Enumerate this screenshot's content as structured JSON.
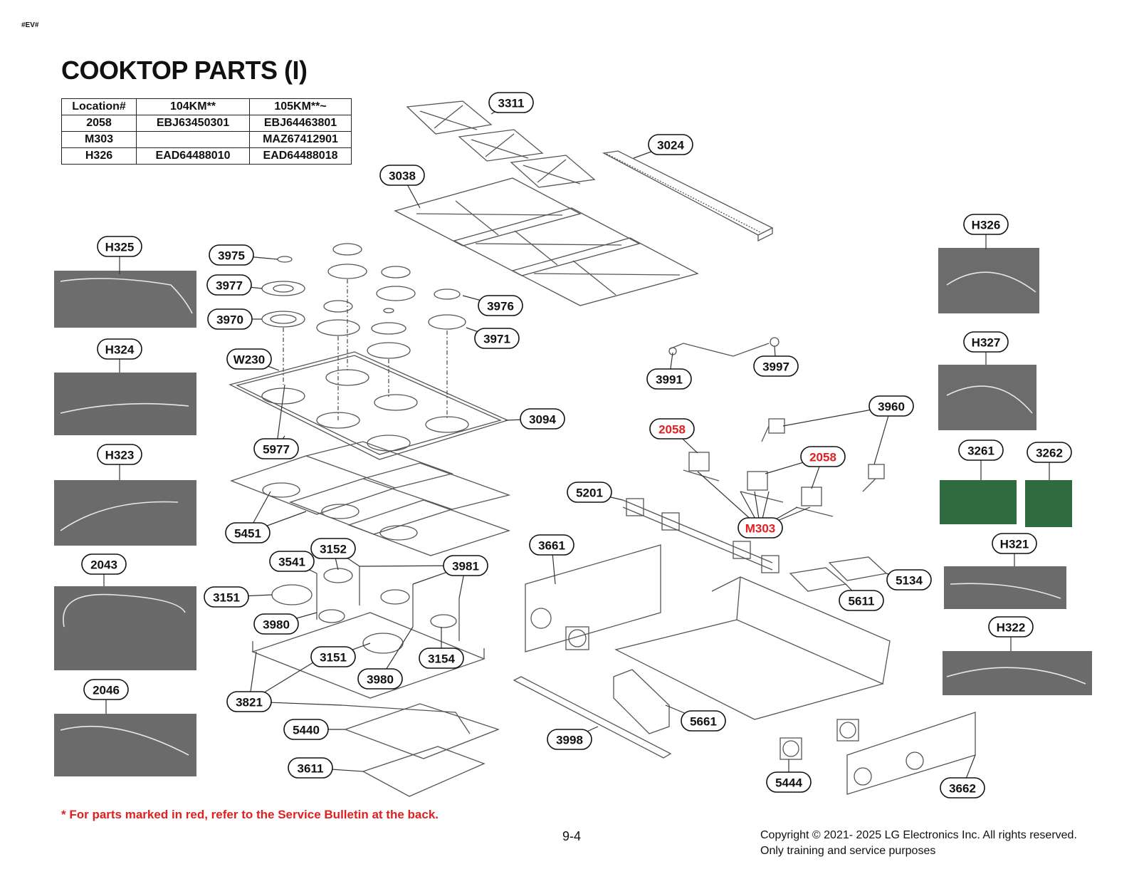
{
  "tag": "#EV#",
  "title": "COOKTOP PARTS (I)",
  "table": {
    "headers": [
      "Location#",
      "104KM**",
      "105KM**~"
    ],
    "rows": [
      [
        "2058",
        "EBJ63450301",
        "EBJ64463801"
      ],
      [
        "M303",
        "",
        "MAZ67412901"
      ],
      [
        "H326",
        "EAD64488010",
        "EAD64488018"
      ]
    ]
  },
  "labels": [
    {
      "text": "3311",
      "red": false
    },
    {
      "text": "3024",
      "red": false
    },
    {
      "text": "3038",
      "red": false
    },
    {
      "text": "H326",
      "red": false
    },
    {
      "text": "H325",
      "red": false
    },
    {
      "text": "3975",
      "red": false
    },
    {
      "text": "3977",
      "red": false
    },
    {
      "text": "3976",
      "red": false
    },
    {
      "text": "3970",
      "red": false
    },
    {
      "text": "3971",
      "red": false
    },
    {
      "text": "H324",
      "red": false
    },
    {
      "text": "W230",
      "red": false
    },
    {
      "text": "3991",
      "red": false
    },
    {
      "text": "3997",
      "red": false
    },
    {
      "text": "H327",
      "red": false
    },
    {
      "text": "3960",
      "red": false
    },
    {
      "text": "3094",
      "red": false
    },
    {
      "text": "2058",
      "red": true
    },
    {
      "text": "5977",
      "red": false
    },
    {
      "text": "H323",
      "red": false
    },
    {
      "text": "2058",
      "red": true
    },
    {
      "text": "3261",
      "red": false
    },
    {
      "text": "3262",
      "red": false
    },
    {
      "text": "5201",
      "red": false
    },
    {
      "text": "M303",
      "red": true
    },
    {
      "text": "5451",
      "red": false
    },
    {
      "text": "3152",
      "red": false
    },
    {
      "text": "3661",
      "red": false
    },
    {
      "text": "H321",
      "red": false
    },
    {
      "text": "2043",
      "red": false
    },
    {
      "text": "3541",
      "red": false
    },
    {
      "text": "3981",
      "red": false
    },
    {
      "text": "5134",
      "red": false
    },
    {
      "text": "3151",
      "red": false
    },
    {
      "text": "5611",
      "red": false
    },
    {
      "text": "3980",
      "red": false
    },
    {
      "text": "H322",
      "red": false
    },
    {
      "text": "3151",
      "red": false
    },
    {
      "text": "3154",
      "red": false
    },
    {
      "text": "3980",
      "red": false
    },
    {
      "text": "2046",
      "red": false
    },
    {
      "text": "3821",
      "red": false
    },
    {
      "text": "5661",
      "red": false
    },
    {
      "text": "5440",
      "red": false
    },
    {
      "text": "3998",
      "red": false
    },
    {
      "text": "5444",
      "red": false
    },
    {
      "text": "3611",
      "red": false
    },
    {
      "text": "3662",
      "red": false
    }
  ],
  "note": "* For parts marked in red, refer to the Service Bulletin at the back.",
  "page_number": "9-4",
  "copyright": {
    "line1": "Copyright © 2021- 2025 LG Electronics Inc. All rights reserved.",
    "line2": "Only training and service purposes"
  }
}
